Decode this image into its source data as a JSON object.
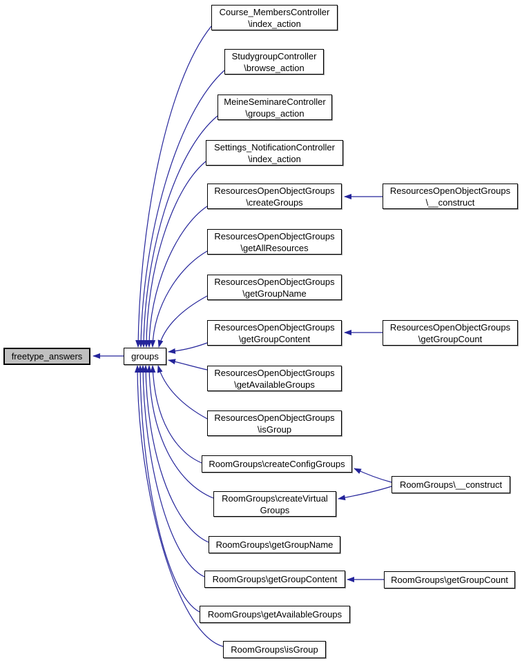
{
  "diagram": {
    "type": "caller-graph",
    "colors": {
      "background": "#ffffff",
      "edge": "#24249a",
      "node_border": "#000000",
      "node_fill": "#ffffff",
      "highlight_fill": "#c0c0c0",
      "text": "#000000"
    },
    "nodes": {
      "freetype_answers": {
        "label": "freetype_answers",
        "highlighted": true
      },
      "groups": {
        "label": "groups"
      },
      "course_members": {
        "line1": "Course_MembersController",
        "line2": "\\index_action"
      },
      "studygroup": {
        "line1": "StudygroupController",
        "line2": "\\browse_action"
      },
      "meine_seminare": {
        "line1": "MeineSeminareController",
        "line2": "\\groups_action"
      },
      "settings_notification": {
        "line1": "Settings_NotificationController",
        "line2": "\\index_action"
      },
      "res_create_groups": {
        "line1": "ResourcesOpenObjectGroups",
        "line2": "\\createGroups"
      },
      "res_get_all_resources": {
        "line1": "ResourcesOpenObjectGroups",
        "line2": "\\getAllResources"
      },
      "res_get_group_name": {
        "line1": "ResourcesOpenObjectGroups",
        "line2": "\\getGroupName"
      },
      "res_get_group_content": {
        "line1": "ResourcesOpenObjectGroups",
        "line2": "\\getGroupContent"
      },
      "res_get_available_groups": {
        "line1": "ResourcesOpenObjectGroups",
        "line2": "\\getAvailableGroups"
      },
      "res_is_group": {
        "line1": "ResourcesOpenObjectGroups",
        "line2": "\\isGroup"
      },
      "room_create_config_groups": {
        "label": "RoomGroups\\createConfigGroups"
      },
      "room_create_virtual_groups": {
        "line1": "RoomGroups\\createVirtual",
        "line2": "Groups"
      },
      "room_get_group_name": {
        "label": "RoomGroups\\getGroupName"
      },
      "room_get_group_content": {
        "label": "RoomGroups\\getGroupContent"
      },
      "room_get_available_groups": {
        "label": "RoomGroups\\getAvailableGroups"
      },
      "room_is_group": {
        "label": "RoomGroups\\isGroup"
      },
      "res_construct": {
        "line1": "ResourcesOpenObjectGroups",
        "line2": "\\__construct"
      },
      "res_get_group_count": {
        "line1": "ResourcesOpenObjectGroups",
        "line2": "\\getGroupCount"
      },
      "room_construct": {
        "label": "RoomGroups\\__construct"
      },
      "room_get_group_count": {
        "label": "RoomGroups\\getGroupCount"
      }
    },
    "edges": [
      {
        "from": "groups",
        "to": "freetype_answers"
      },
      {
        "from": "course_members",
        "to": "groups"
      },
      {
        "from": "studygroup",
        "to": "groups"
      },
      {
        "from": "meine_seminare",
        "to": "groups"
      },
      {
        "from": "settings_notification",
        "to": "groups"
      },
      {
        "from": "res_create_groups",
        "to": "groups"
      },
      {
        "from": "res_get_all_resources",
        "to": "groups"
      },
      {
        "from": "res_get_group_name",
        "to": "groups"
      },
      {
        "from": "res_get_group_content",
        "to": "groups"
      },
      {
        "from": "res_get_available_groups",
        "to": "groups"
      },
      {
        "from": "res_is_group",
        "to": "groups"
      },
      {
        "from": "room_create_config_groups",
        "to": "groups"
      },
      {
        "from": "room_create_virtual_groups",
        "to": "groups"
      },
      {
        "from": "room_get_group_name",
        "to": "groups"
      },
      {
        "from": "room_get_group_content",
        "to": "groups"
      },
      {
        "from": "room_get_available_groups",
        "to": "groups"
      },
      {
        "from": "room_is_group",
        "to": "groups"
      },
      {
        "from": "res_construct",
        "to": "res_create_groups"
      },
      {
        "from": "res_get_group_count",
        "to": "res_get_group_content"
      },
      {
        "from": "room_construct",
        "to": "room_create_config_groups"
      },
      {
        "from": "room_construct",
        "to": "room_create_virtual_groups"
      },
      {
        "from": "room_get_group_count",
        "to": "room_get_group_content"
      }
    ]
  }
}
